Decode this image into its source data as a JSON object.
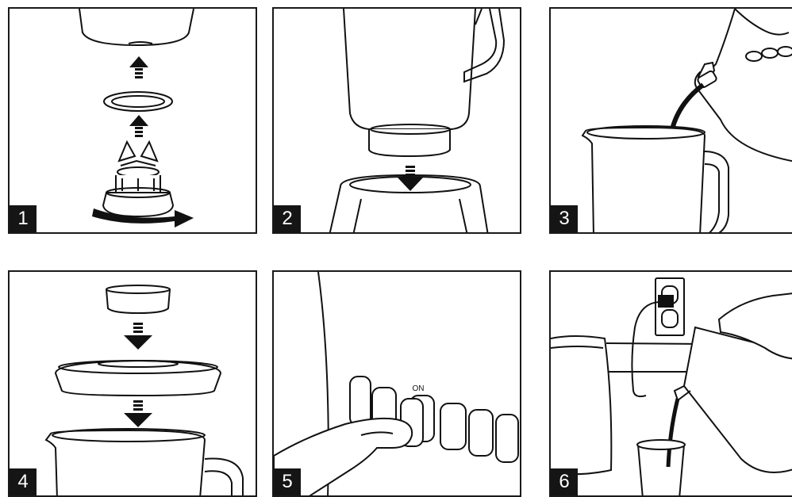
{
  "steps": [
    {
      "number": "1",
      "illustration": "assemble-blade-base"
    },
    {
      "number": "2",
      "illustration": "place-jar-on-base"
    },
    {
      "number": "3",
      "illustration": "pour-liquid-into-jar"
    },
    {
      "number": "4",
      "illustration": "attach-lid-and-cap"
    },
    {
      "number": "5",
      "illustration": "press-on-button"
    },
    {
      "number": "6",
      "illustration": "pour-blended-drink"
    }
  ],
  "control_panel": {
    "on_label": "ON"
  }
}
